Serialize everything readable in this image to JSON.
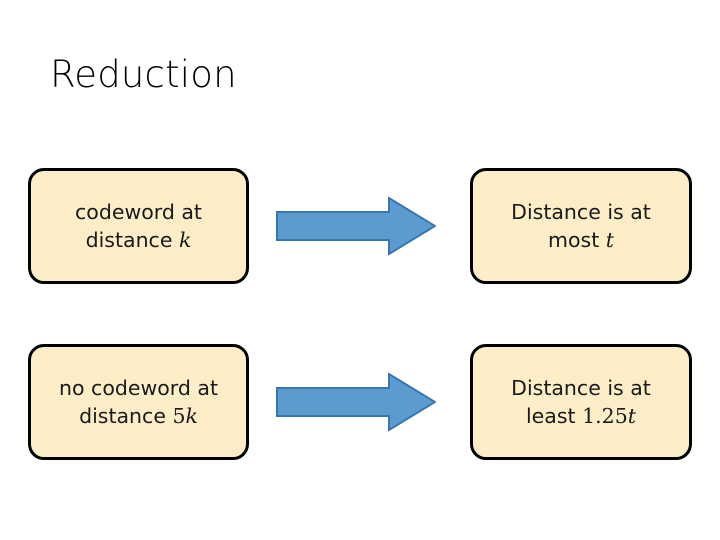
{
  "slide": {
    "title": "Reduction",
    "background_color": "#ffffff"
  },
  "theme": {
    "box_fill": "#fdeec8",
    "box_border": "#000000",
    "arrow_fill": "#5b9bd0",
    "arrow_stroke": "#3a76ab",
    "text_color": "#1a1a1a"
  },
  "diagram": {
    "type": "flow",
    "rows": [
      {
        "source": {
          "id": "box-tl",
          "line1": "codeword at",
          "line2_prefix": "distance ",
          "line2_number": "",
          "line2_variable": "k"
        },
        "arrow": {
          "id": "arrow-top",
          "direction": "right",
          "label": ""
        },
        "target": {
          "id": "box-tr",
          "line1": "Distance is at",
          "line2_prefix": "most ",
          "line2_number": "",
          "line2_variable": "t"
        }
      },
      {
        "source": {
          "id": "box-bl",
          "line1": "no codeword at",
          "line2_prefix": "distance ",
          "line2_number": "5",
          "line2_variable": "k"
        },
        "arrow": {
          "id": "arrow-bottom",
          "direction": "right",
          "label": ""
        },
        "target": {
          "id": "box-br",
          "line1": "Distance is at",
          "line2_prefix": "least ",
          "line2_number": "1.25",
          "line2_variable": "t"
        }
      }
    ]
  }
}
